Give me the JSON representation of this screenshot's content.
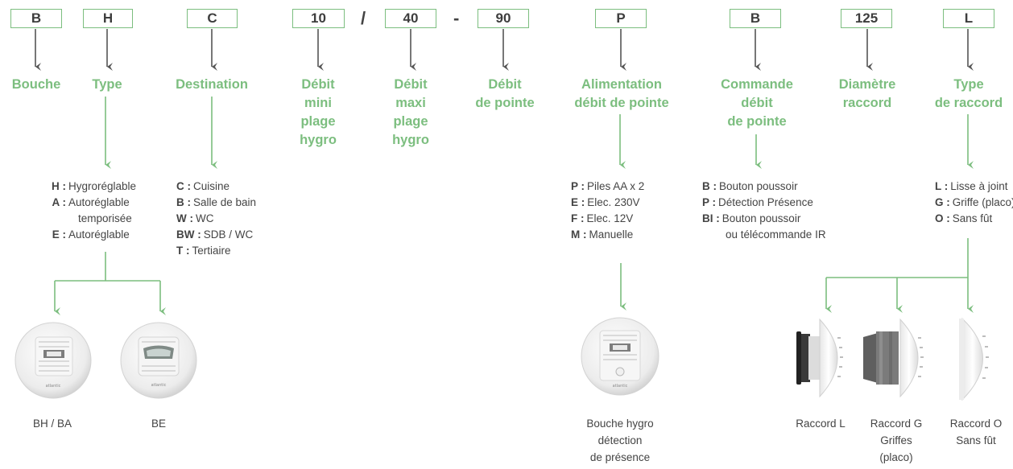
{
  "codes": [
    {
      "value": "B"
    },
    {
      "value": "H"
    },
    {
      "value": "C"
    },
    {
      "value": "10"
    },
    {
      "value": "40"
    },
    {
      "value": "90"
    },
    {
      "value": "P"
    },
    {
      "value": "B"
    },
    {
      "value": "125"
    },
    {
      "value": "L"
    }
  ],
  "separators": [
    "/",
    "-"
  ],
  "labels": [
    [
      "Bouche"
    ],
    [
      "Type"
    ],
    [
      "Destination"
    ],
    [
      "Débit",
      "mini",
      "plage",
      "hygro"
    ],
    [
      "Débit",
      "maxi",
      "plage",
      "hygro"
    ],
    [
      "Débit",
      "de pointe"
    ],
    [
      "Alimentation",
      "débit de pointe"
    ],
    [
      "Commande",
      "débit",
      "de pointe"
    ],
    [
      "Diamètre",
      "raccord"
    ],
    [
      "Type",
      "de raccord"
    ]
  ],
  "lists": {
    "type": [
      {
        "code": "H :",
        "text": "Hygroréglable"
      },
      {
        "code": "A :",
        "text": "Autoréglable"
      },
      {
        "code": "",
        "text": "temporisée"
      },
      {
        "code": "E :",
        "text": "Autoréglable"
      }
    ],
    "destination": [
      {
        "code": "C :",
        "text": "Cuisine"
      },
      {
        "code": "B :",
        "text": "Salle de bain"
      },
      {
        "code": "W :",
        "text": "WC"
      },
      {
        "code": "BW :",
        "text": "SDB / WC"
      },
      {
        "code": "T :",
        "text": "Tertiaire"
      }
    ],
    "alimentation": [
      {
        "code": "P :",
        "text": "Piles AA x 2"
      },
      {
        "code": "E :",
        "text": "Elec. 230V"
      },
      {
        "code": "F :",
        "text": "Elec. 12V"
      },
      {
        "code": "M :",
        "text": "Manuelle"
      }
    ],
    "commande": [
      {
        "code": "B :",
        "text": "Bouton poussoir"
      },
      {
        "code": "P :",
        "text": "Détection Présence"
      },
      {
        "code": "BI :",
        "text": "Bouton poussoir"
      },
      {
        "code": "",
        "text": "ou télécommande IR"
      }
    ],
    "raccord": [
      {
        "code": "L :",
        "text": "Lisse à joint"
      },
      {
        "code": "G :",
        "text": "Griffe (placo)"
      },
      {
        "code": "O :",
        "text": "Sans fût"
      }
    ]
  },
  "captions": {
    "bh_ba": [
      "BH / BA"
    ],
    "be": [
      "BE"
    ],
    "hygro": [
      "Bouche hygro",
      "détection",
      "de présence"
    ],
    "raccord_l": [
      "Raccord L"
    ],
    "raccord_g": [
      "Raccord G",
      "Griffes",
      "(placo)"
    ],
    "raccord_o": [
      "Raccord O",
      "Sans fût"
    ]
  },
  "product_logo": "atlantic",
  "colors": {
    "accent": "#7cbe7f",
    "arrow": "#555555",
    "text": "#444444"
  }
}
